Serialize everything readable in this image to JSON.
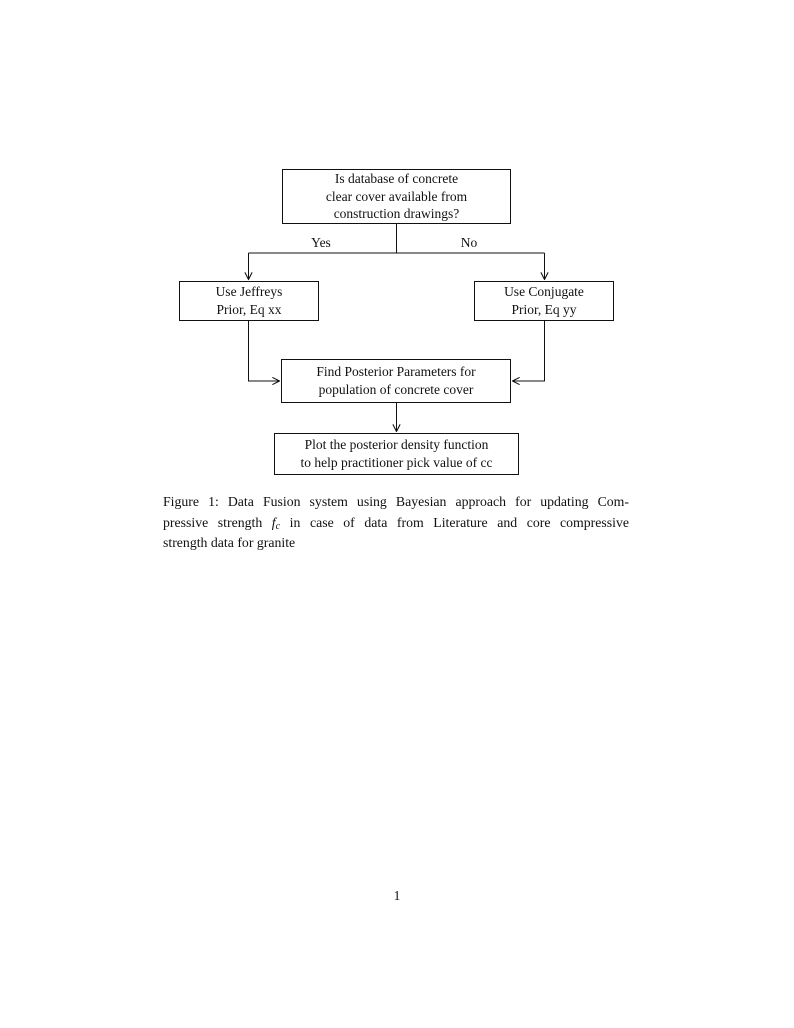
{
  "flowchart": {
    "nodes": {
      "question": {
        "text": "Is database of concrete\nclear cover available from\nconstruction drawings?"
      },
      "yes_branch": {
        "text": "Use Jeffreys\nPrior, Eq xx"
      },
      "no_branch": {
        "text": "Use Conjugate\nPrior, Eq yy"
      },
      "posterior": {
        "text": "Find Posterior Parameters for\npopulation of concrete cover"
      },
      "plot": {
        "text": "Plot the posterior density function\nto help practitioner pick value of cc"
      }
    },
    "edge_labels": {
      "yes": "Yes",
      "no": "No"
    }
  },
  "caption": {
    "line1": "Figure 1: Data Fusion system using Bayesian approach for updating Com-",
    "line2_pre": "pressive strength ",
    "symbol_base": "f",
    "symbol_sub": "c",
    "line2_post": " in case of data from Literature and core compressive",
    "line3": "strength data for granite"
  },
  "page": {
    "number": "1"
  },
  "colors": {
    "ink": "#111111",
    "background": "#ffffff"
  }
}
